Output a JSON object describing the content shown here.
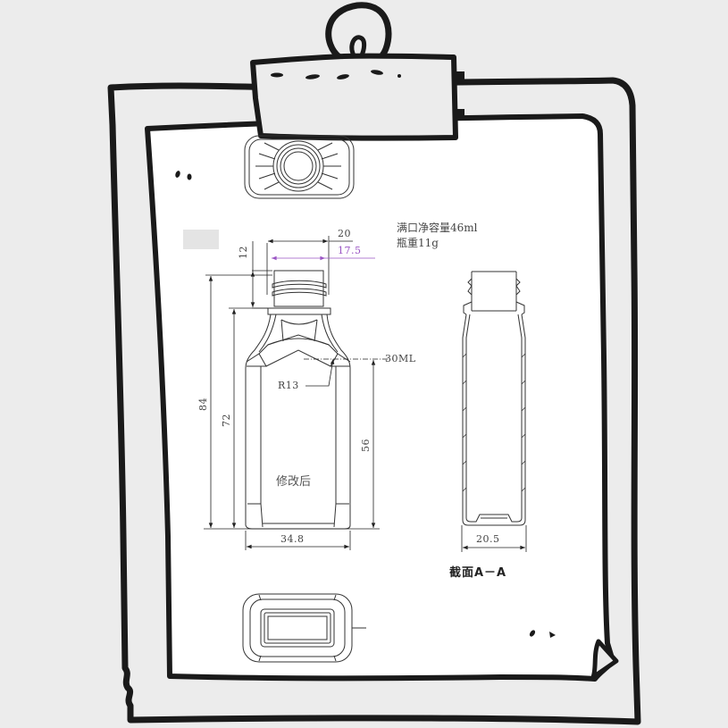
{
  "frame": {
    "background": "#ececec",
    "paper": "#ffffff",
    "ink": "#1a1a1a"
  },
  "notes": {
    "capacity": "满口净容量46ml",
    "weight": "瓶重11g"
  },
  "front_view": {
    "label_modified": "修改后",
    "dims": {
      "neck_outer_width": "20",
      "neck_inner_width": "17.5",
      "neck_height": "12",
      "total_height": "84",
      "body_height": "72",
      "fill_height": "56",
      "body_width": "34.8",
      "radius": "R13",
      "fill_mark": "30ML"
    }
  },
  "section_view": {
    "title": "截面A－A",
    "dims": {
      "width": "20.5"
    }
  },
  "colors": {
    "dimension_line": "#222222",
    "highlight_dimension": "#9a55c4"
  }
}
